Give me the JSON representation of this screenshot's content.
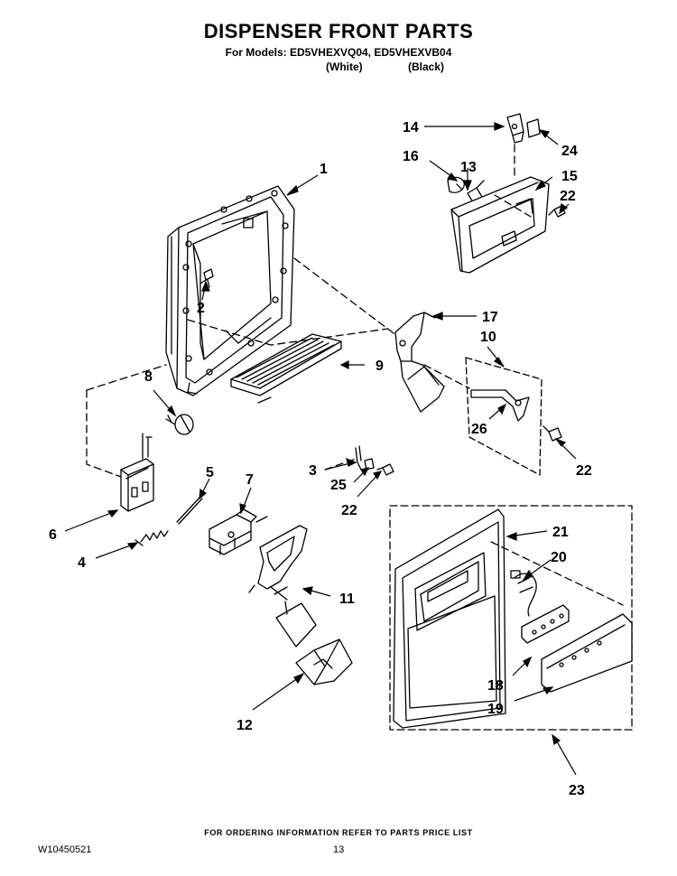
{
  "header": {
    "title": "DISPENSER FRONT PARTS",
    "models": "For Models: ED5VHEXVQ04, ED5VHEXVB04",
    "variant_white": "(White)",
    "variant_black": "(Black)"
  },
  "callouts": [
    "1",
    "2",
    "3",
    "4",
    "5",
    "6",
    "7",
    "8",
    "9",
    "10",
    "11",
    "12",
    "13",
    "14",
    "15",
    "16",
    "17",
    "18",
    "19",
    "20",
    "21",
    "22",
    "22",
    "22",
    "23",
    "24",
    "25",
    "26"
  ],
  "footer": {
    "ordering_info": "FOR ORDERING INFORMATION REFER TO PARTS PRICE LIST",
    "doc_number": "W10450521",
    "page_number": "13"
  }
}
